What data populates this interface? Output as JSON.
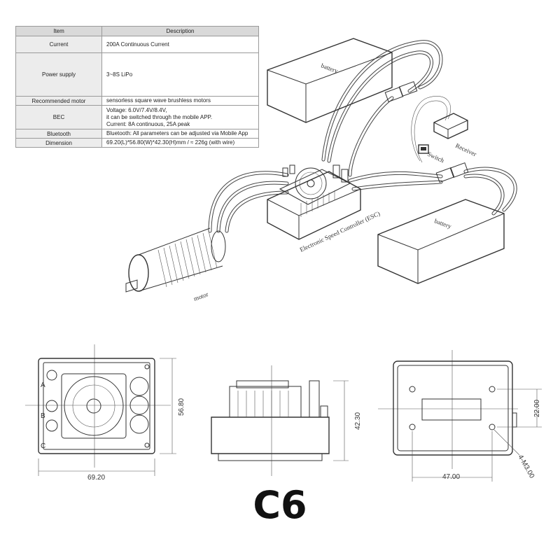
{
  "table": {
    "header": {
      "item": "Item",
      "description": "Description"
    },
    "rows": [
      {
        "item": "Current",
        "desc": [
          "200A Continuous Current"
        ]
      },
      {
        "item": "Power supply",
        "desc": [
          "3~8S LiPo"
        ]
      },
      {
        "item": "Recommended motor",
        "desc": [
          "sensorless square wave brushless motors"
        ]
      },
      {
        "item": "BEC",
        "desc": [
          "Voltage: 6.0V/7.4V/8.4V,",
          "it can be switched through the mobile APP.",
          "Current: 8A continuous, 25A peak"
        ]
      },
      {
        "item": "Bluetooth",
        "desc": [
          "Bluetooth: All parameters can be adjusted via Mobile App"
        ]
      },
      {
        "item": "Dimension",
        "desc": [
          "69.20(L)*56.80(W)*42.30(H)mm / ≈ 226g  (with wire)"
        ]
      }
    ]
  },
  "labels": {
    "battery_top": "battery",
    "battery_bottom": "battery",
    "switch": "Switch",
    "receiver": "Receiver",
    "esc": "Electronic Speed Controller (ESC)",
    "motor": "motor"
  },
  "dimensions": {
    "width": "69.20",
    "height": "56.80",
    "depth": "42.30",
    "hole_h": "47.00",
    "hole_v": "22.00",
    "holes": "4-M3.00"
  },
  "port_labels": {
    "a": "A",
    "b": "B",
    "c": "C"
  },
  "title": "C6"
}
